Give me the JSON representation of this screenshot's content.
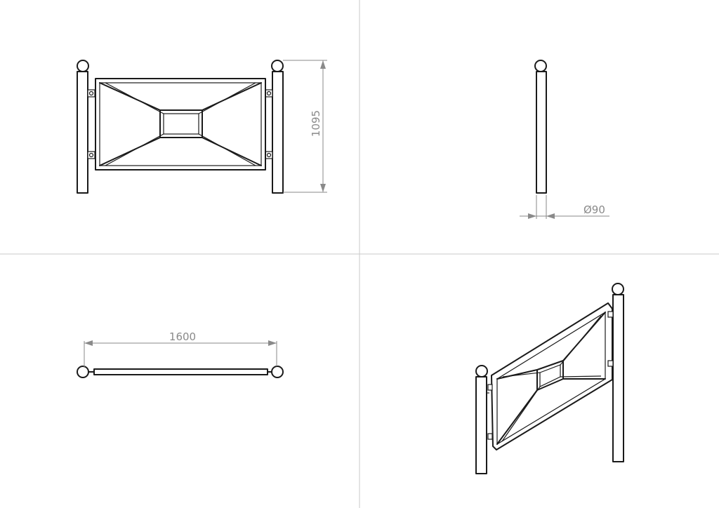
{
  "dimensions": {
    "height": "1095",
    "diameter": "Ø90",
    "width": "1600"
  },
  "views": [
    "front",
    "side",
    "top",
    "isometric"
  ],
  "colors": {
    "line": "#1a1a1a",
    "dimension": "#8a8a8a",
    "divider": "#c8c8c8"
  }
}
